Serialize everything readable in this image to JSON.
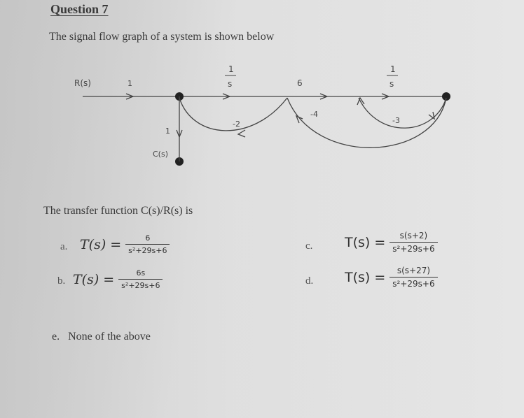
{
  "question": {
    "title": "Question 7",
    "intro": "The signal flow graph of a system is shown below"
  },
  "graph": {
    "input_label": "R(s)",
    "output_label": "C(s)",
    "branch_gain_input": "1",
    "branch_gain_forward1": "1/s",
    "branch_gain_forward2": "6",
    "branch_gain_forward3": "1/s",
    "branch_gain_output": "1",
    "feedback_gains": [
      "-2",
      "-4",
      "-3"
    ]
  },
  "prompt": "The transfer function C(s)/R(s) is",
  "options": {
    "a": {
      "letter": "a.",
      "lhs": "T(s)",
      "num": "6",
      "den": "s²+29s+6"
    },
    "b": {
      "letter": "b.",
      "lhs": "T(s)",
      "num": "6s",
      "den": "s²+29s+6"
    },
    "c": {
      "letter": "c.",
      "lhs": "T(s)",
      "num": "s(s+2)",
      "den": "s²+29s+6"
    },
    "d": {
      "letter": "d.",
      "lhs": "T(s)",
      "num": "s(s+27)",
      "den": "s²+29s+6"
    },
    "e": {
      "text": "e.   None of the above"
    }
  },
  "colors": {
    "ink": "#3a3a3a",
    "node": "#222222",
    "paper": "#e2e2e2"
  }
}
